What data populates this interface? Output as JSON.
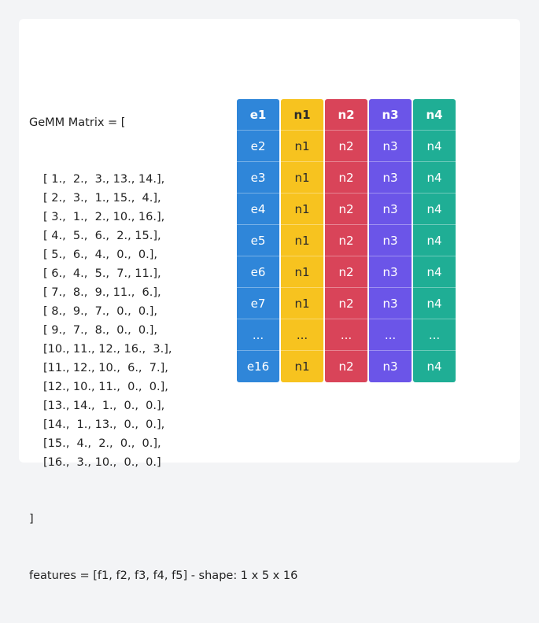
{
  "code": {
    "header": "GeMM Matrix = [",
    "rows": [
      "[ 1.,  2.,  3., 13., 14.],",
      "[ 2.,  3.,  1., 15.,  4.],",
      "[ 3.,  1.,  2., 10., 16.],",
      "[ 4.,  5.,  6.,  2., 15.],",
      "[ 5.,  6.,  4.,  0.,  0.],",
      "[ 6.,  4.,  5.,  7., 11.],",
      "[ 7.,  8.,  9., 11.,  6.],",
      "[ 8.,  9.,  7.,  0.,  0.],",
      "[ 9.,  7.,  8.,  0.,  0.],",
      "[10., 11., 12., 16.,  3.],",
      "[11., 12., 10.,  6.,  7.],",
      "[12., 10., 11.,  0.,  0.],",
      "[13., 14.,  1.,  0.,  0.],",
      "[14.,  1., 13.,  0.,  0.],",
      "[15.,  4.,  2.,  0.,  0.],",
      "[16.,  3., 10.,  0.,  0.]"
    ],
    "closing": "]",
    "features": "features = [f1, f2, f3, f4, f5] - shape: 1 x 5 x 16"
  },
  "grid": {
    "columns": [
      {
        "id": "e",
        "color": "#2f86d9",
        "cells": [
          "e1",
          "e2",
          "e3",
          "e4",
          "e5",
          "e6",
          "e7",
          "...",
          "e16"
        ]
      },
      {
        "id": "n1",
        "color": "#f7c31f",
        "cells": [
          "n1",
          "n1",
          "n1",
          "n1",
          "n1",
          "n1",
          "n1",
          "...",
          "n1"
        ]
      },
      {
        "id": "n2",
        "color": "#d94459",
        "cells": [
          "n2",
          "n2",
          "n2",
          "n2",
          "n2",
          "n2",
          "n2",
          "...",
          "n2"
        ]
      },
      {
        "id": "n3",
        "color": "#6b55e8",
        "cells": [
          "n3",
          "n3",
          "n3",
          "n3",
          "n3",
          "n3",
          "n3",
          "...",
          "n3"
        ]
      },
      {
        "id": "n4",
        "color": "#1fae95",
        "cells": [
          "n4",
          "n4",
          "n4",
          "n4",
          "n4",
          "n4",
          "n4",
          "...",
          "n4"
        ]
      }
    ]
  }
}
